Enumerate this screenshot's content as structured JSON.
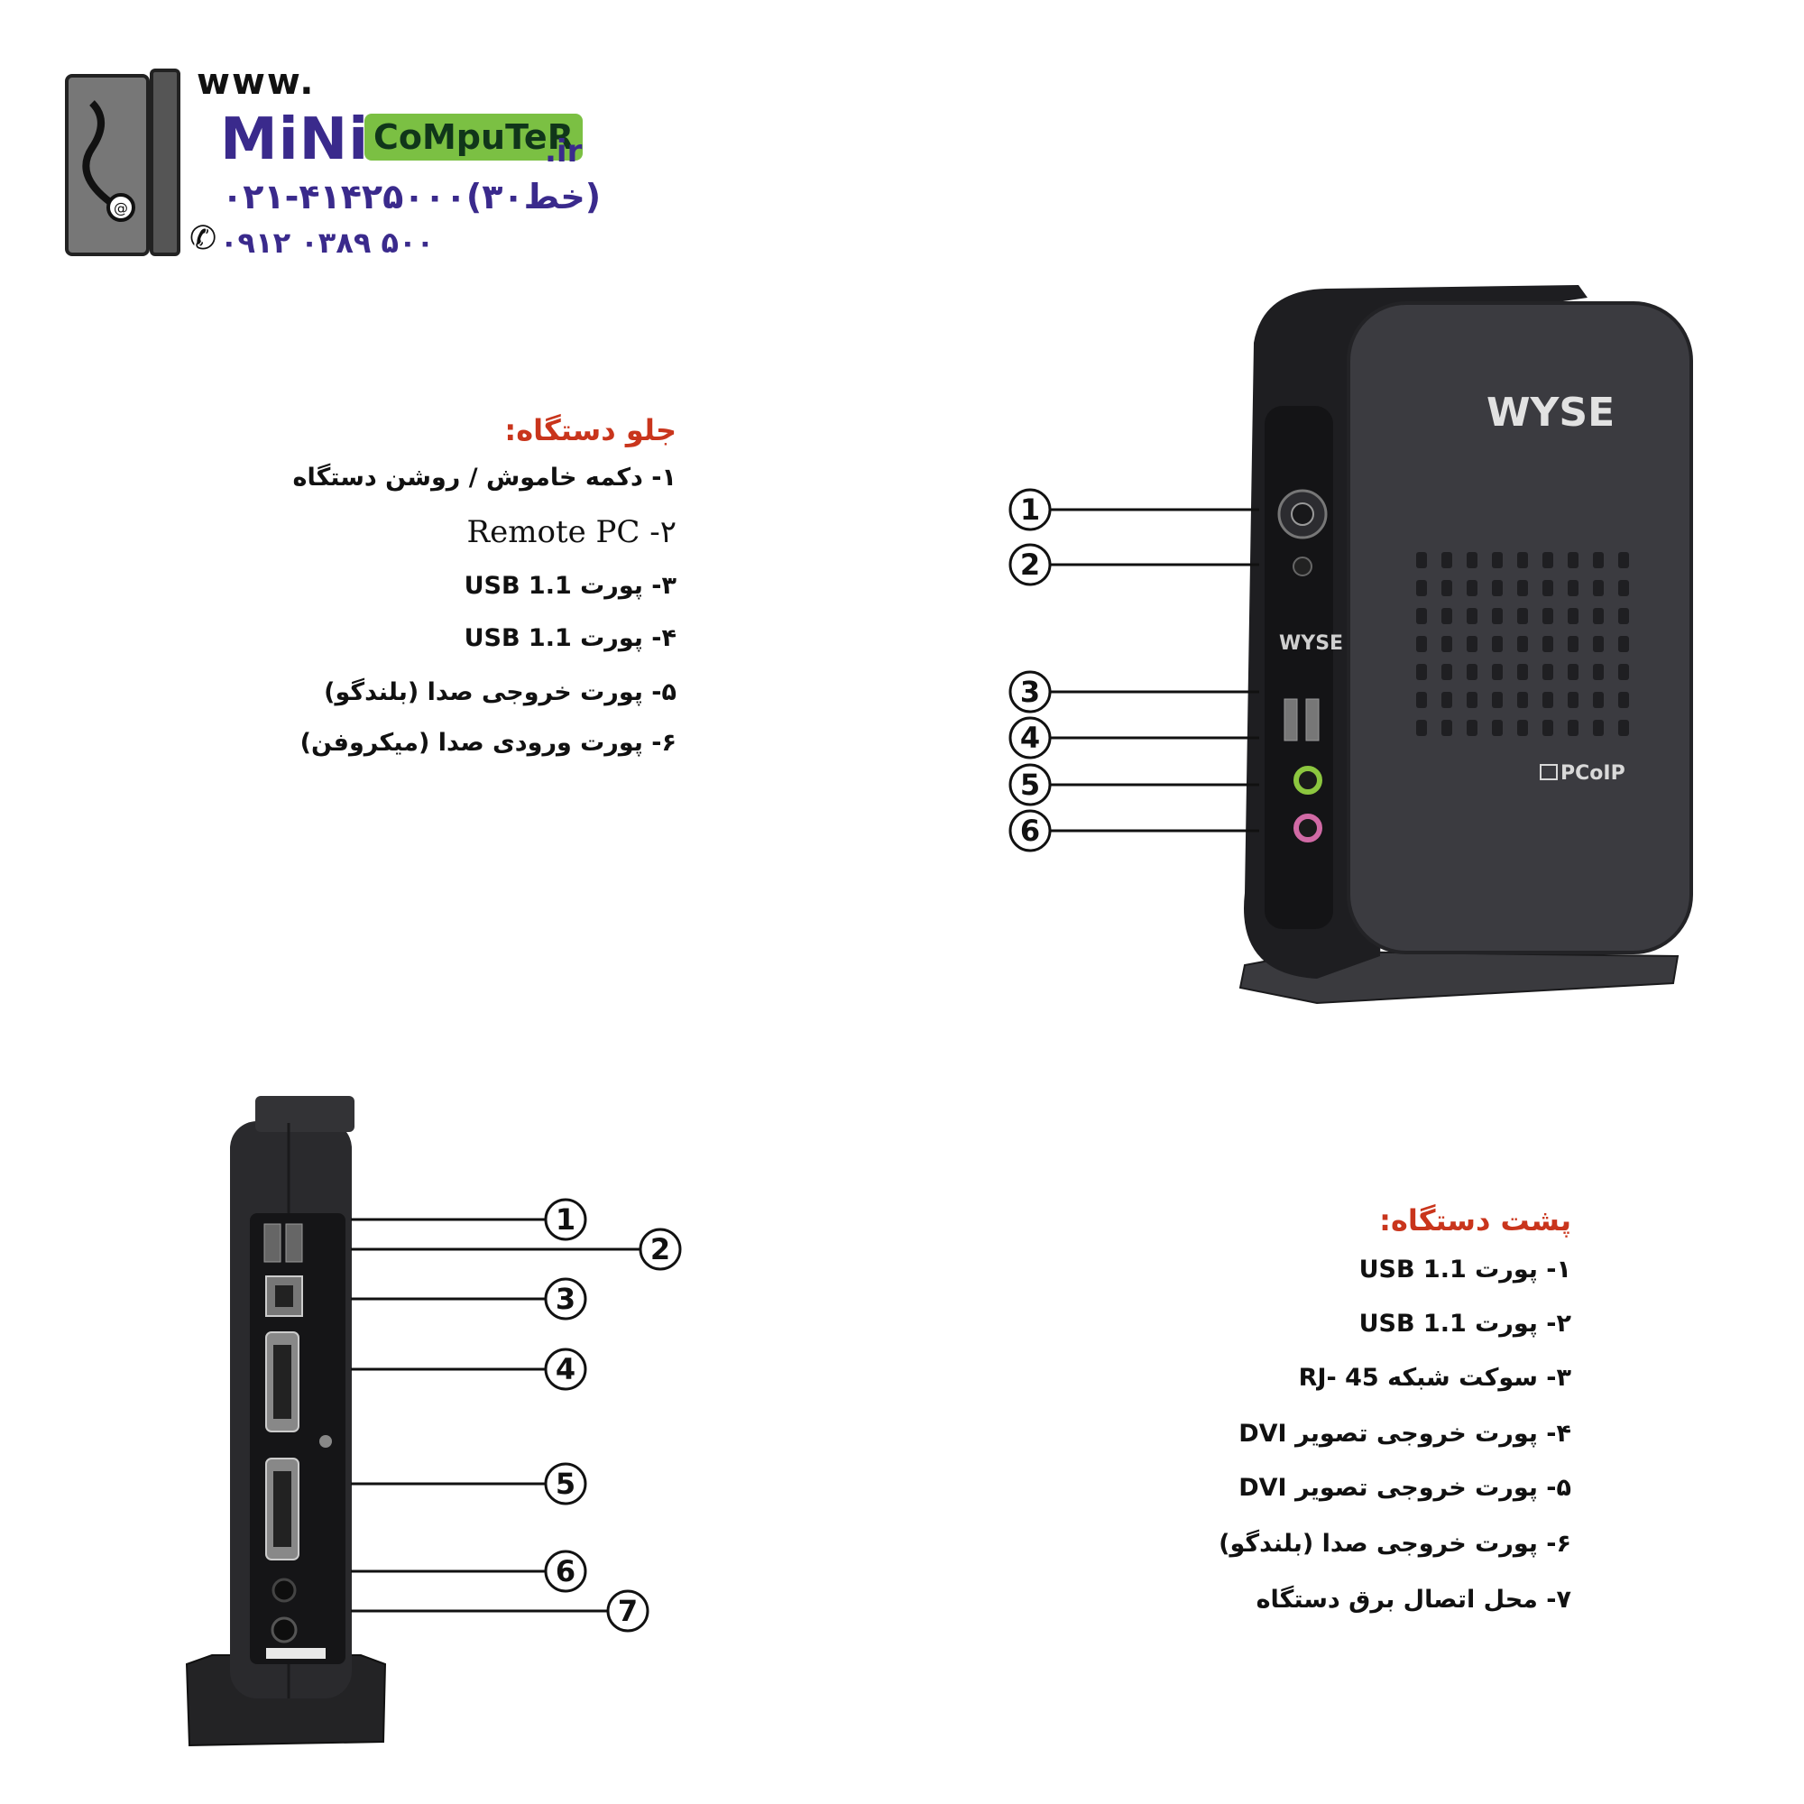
{
  "logo": {
    "www": "www.",
    "brand_mini": "MiNi",
    "brand_computer": "CoMpuTeR",
    "tld": ".ir",
    "phone_line1": "۰۲۱-۴۱۴۲۵۰۰۰(۳۰خط)",
    "phone_line2": "۰۹۱۲ ۰۳۸۹ ۵۰۰"
  },
  "front": {
    "heading": "جلو دستگاه:",
    "items": [
      "۱- دکمه خاموش / روشن دستگاه",
      "Remote PC -۲",
      "۳- پورت USB 1.1",
      "۴- پورت USB 1.1",
      "۵- پورت خروجی صدا (بلندگو)",
      "۶- پورت ورودی صدا (میکروفن)"
    ],
    "callouts": [
      "1",
      "2",
      "3",
      "4",
      "5",
      "6"
    ],
    "device_logo": "WYSE",
    "device_logo_small": "WYSE",
    "pcoip_label": "PCoIP"
  },
  "back": {
    "heading": "پشت دستگاه:",
    "items": [
      "۱- پورت USB 1.1",
      "۲- پورت USB 1.1",
      "۳- سوکت شبکه RJ- 45",
      "۴- پورت خروجی تصویر DVI",
      "۵- پورت خروجی تصویر DVI",
      "۶- پورت خروجی صدا (بلندگو)",
      "۷- محل اتصال برق دستگاه"
    ],
    "callouts": [
      "1",
      "2",
      "3",
      "4",
      "5",
      "6",
      "7"
    ]
  },
  "colors": {
    "heading": "#c9351c",
    "brand_purple": "#3a2a8c",
    "brand_green": "#7bc043",
    "device_body": "#2b2b2e",
    "device_face": "#3a3a3e"
  }
}
